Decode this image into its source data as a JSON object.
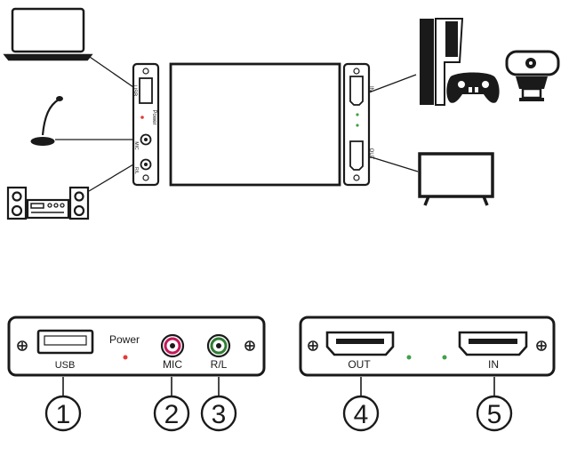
{
  "top_device": {
    "left_port_labels": {
      "usb": "USB",
      "power": "Power",
      "mic": "MIC",
      "rl": "R/L"
    },
    "right_port_labels": {
      "in": "IN",
      "out": "OUT"
    }
  },
  "left_panel": {
    "usb_label": "USB",
    "power_label": "Power",
    "mic_label": "MIC",
    "rl_label": "R/L",
    "callout_1": "1",
    "callout_2": "2",
    "callout_3": "3"
  },
  "right_panel": {
    "out_label": "OUT",
    "in_label": "IN",
    "callout_4": "4",
    "callout_5": "5"
  },
  "colors": {
    "line": "#1a1a1a",
    "power_led": "#e53935",
    "status_led": "#43a047",
    "mic_jack": "#c2185b",
    "rl_jack": "#2e7d32"
  },
  "icons": [
    "laptop-icon",
    "microphone-icon",
    "stereo-icon",
    "game-console-icon",
    "gamepad-icon",
    "webcam-icon",
    "tv-icon"
  ]
}
